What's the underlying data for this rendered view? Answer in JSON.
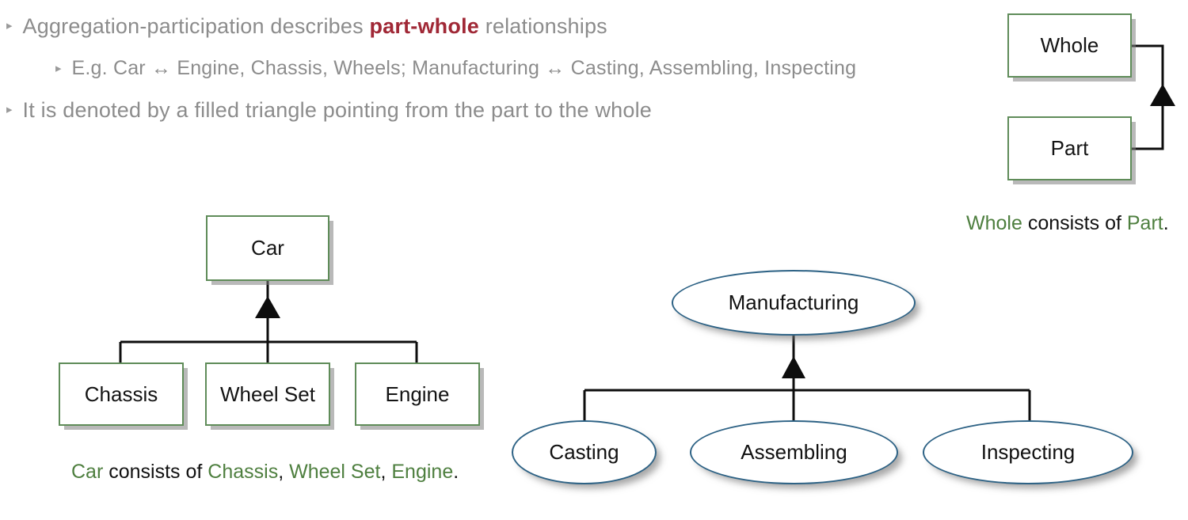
{
  "slide": {
    "bullets": [
      {
        "level": 1,
        "marker": "▸",
        "segments": [
          {
            "text": "Aggregation-participation describes ",
            "style": "normal"
          },
          {
            "text": "part-whole",
            "style": "highlight-red"
          },
          {
            "text": " relationships",
            "style": "normal"
          }
        ]
      },
      {
        "level": 2,
        "marker": "▸",
        "segments": [
          {
            "text": "E.g. Car ↔ Engine, Chassis, Wheels; Manufacturing ↔ Casting, Assembling, Inspecting",
            "style": "normal"
          }
        ]
      },
      {
        "level": 1,
        "marker": "▸",
        "segments": [
          {
            "text": "It is denoted by a filled triangle pointing from the part to the whole",
            "style": "normal"
          }
        ]
      }
    ]
  },
  "diagram_whole_part": {
    "title": "whole-part-aggregation",
    "nodes": [
      {
        "id": "whole",
        "label": "Whole",
        "shape": "rect"
      },
      {
        "id": "part",
        "label": "Part",
        "shape": "rect"
      }
    ],
    "caption": [
      {
        "text": "Whole",
        "style": "entity"
      },
      {
        "text": " consists of ",
        "style": "normal"
      },
      {
        "text": "Part",
        "style": "entity"
      },
      {
        "text": ".",
        "style": "normal"
      }
    ]
  },
  "diagram_car": {
    "title": "car-aggregation",
    "whole": {
      "id": "car",
      "label": "Car",
      "shape": "rect"
    },
    "parts": [
      {
        "id": "chassis",
        "label": "Chassis",
        "shape": "rect"
      },
      {
        "id": "wheel-set",
        "label": "Wheel Set",
        "shape": "rect"
      },
      {
        "id": "engine",
        "label": "Engine",
        "shape": "rect"
      }
    ],
    "caption": [
      {
        "text": "Car",
        "style": "entity"
      },
      {
        "text": " consists of ",
        "style": "normal"
      },
      {
        "text": "Chassis",
        "style": "entity"
      },
      {
        "text": ", ",
        "style": "normal"
      },
      {
        "text": "Wheel Set",
        "style": "entity"
      },
      {
        "text": ", ",
        "style": "normal"
      },
      {
        "text": "Engine",
        "style": "entity"
      },
      {
        "text": ".",
        "style": "normal"
      }
    ]
  },
  "diagram_manufacturing": {
    "title": "manufacturing-aggregation",
    "whole": {
      "id": "manufacturing",
      "label": "Manufacturing",
      "shape": "ellipse"
    },
    "parts": [
      {
        "id": "casting",
        "label": "Casting",
        "shape": "ellipse"
      },
      {
        "id": "assembling",
        "label": "Assembling",
        "shape": "ellipse"
      },
      {
        "id": "inspecting",
        "label": "Inspecting",
        "shape": "ellipse"
      }
    ]
  },
  "colors": {
    "box_border_green": "#5f8c59",
    "ellipse_border_blue": "#2d6285",
    "entity_text_green": "#4e7f3f",
    "highlight_red": "#a02836",
    "body_text_gray": "#8c8c8c",
    "connector_black": "#0d0d0d",
    "background": "#ffffff"
  }
}
